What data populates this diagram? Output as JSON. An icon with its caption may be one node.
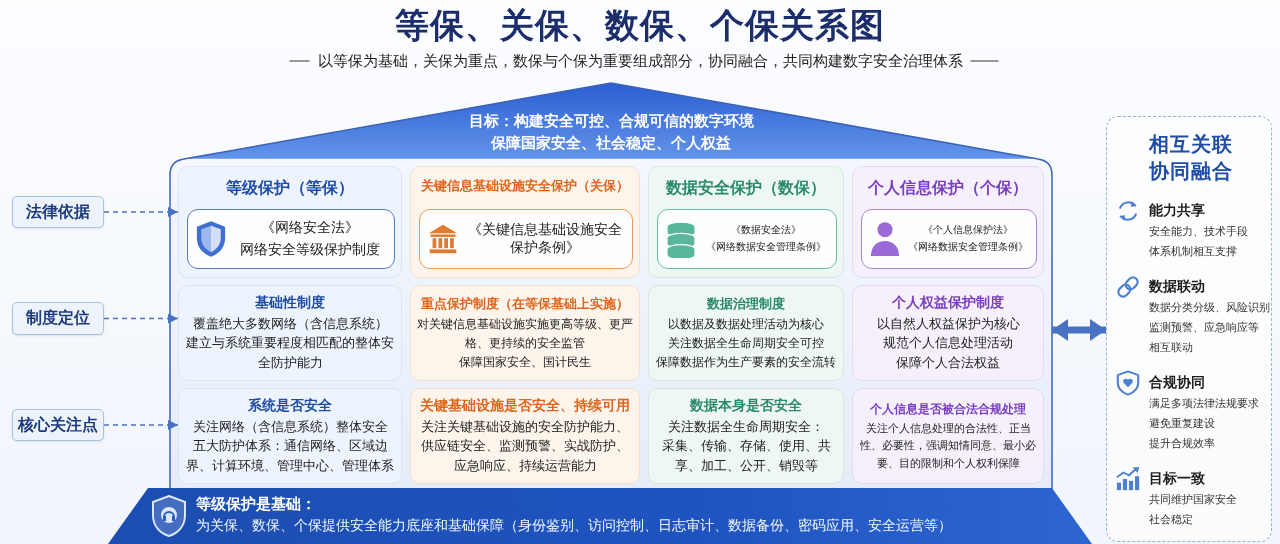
{
  "diagram": {
    "title": "等保、关保、数保、个保关系图",
    "nodes": [
      {
        "text": [
          "法律依据"
        ]
      },
      {
        "text": [
          "制度定位"
        ]
      },
      {
        "text": [
          "核心关注点"
        ]
      },
      {
        "text": [
          "目标：构建安全可控、合规可信的数字环境",
          "保障国家安全、社会稳定、个人权益"
        ]
      },
      {
        "text": [
          "等级保护（等保）"
        ],
        "in": 3
      },
      {
        "text": [
          "《网络安全法》",
          "网络安全等级保护制度"
        ],
        "in": 4
      },
      {
        "text": [
          "关键信息基础设施安全保护（关保）"
        ],
        "in": 3
      },
      {
        "text": [
          "《关键信息基础设施安全保护条例》"
        ],
        "in": 6
      },
      {
        "text": [
          "数据安全保护（数保）"
        ],
        "in": 3
      },
      {
        "text": [
          "《数据安全法》",
          "《网络数据安全管理条例》"
        ],
        "in": 8
      },
      {
        "text": [
          "个人信息保护（个保）"
        ],
        "in": 3
      },
      {
        "text": [
          "《个人信息保护法》",
          "《网络数据安全管理条例》"
        ],
        "in": 10
      },
      {
        "text": [
          "基础性制度",
          "覆盖绝大多数网络（含信息系统）",
          "建立与系统重要程度相匹配的整体安全防护能力"
        ],
        "in": 3
      },
      {
        "text": [
          "重点保护制度（在等保基础上实施）",
          "对关键信息基础设施实施更高等级、更严格、更持续的安全监管",
          "保障国家安全、国计民生"
        ],
        "in": 3
      },
      {
        "text": [
          "数据治理制度",
          "以数据及数据处理活动为核心",
          "关注数据全生命周期安全可控",
          "保障数据作为生产要素的安全流转"
        ],
        "in": 3
      },
      {
        "text": [
          "个人权益保护制度",
          "以自然人权益保护为核心",
          "规范个人信息处理活动",
          "保障个人合法权益"
        ],
        "in": 3
      },
      {
        "text": [
          "系统是否安全",
          "关注网络（含信息系统）整体安全",
          "五大防护体系：通信网络、区域边界、计算环境、管理中心、管理体系"
        ],
        "in": 3
      },
      {
        "text": [
          "关键基础设施是否安全、持续可用",
          "关注关键基础设施的安全防护能力、供应链安全、监测预警、实战防护、应急响应、持续运营能力"
        ],
        "in": 3
      },
      {
        "text": [
          "数据本身是否安全",
          "关注数据全生命周期安全：",
          "采集、传输、存储、使用、共享、加工、公开、销毁等"
        ],
        "in": 3
      },
      {
        "text": [
          "个人信息是否被合法合规处理",
          "关注个人信息处理的合法性、正当性、必要性，强调知情同意、最小必要、目的限制和个人权利保障"
        ],
        "in": 3
      },
      {
        "text": [
          "等级保护是基础：",
          "为关保、数保、个保提供安全能力底座和基础保障（身份鉴别、访问控制、日志审计、数据备份、密码应用、安全运营等）"
        ]
      },
      {
        "text": [
          "相互关联",
          "协同融合"
        ]
      }
    ],
    "edges": [
      {
        "from": 0,
        "to": 4,
        "arrow": "to",
        "style": "dashed"
      },
      {
        "from": 1,
        "to": 12,
        "arrow": "to",
        "style": "dashed"
      },
      {
        "from": 2,
        "to": 16,
        "arrow": "to",
        "style": "dashed"
      },
      {
        "from": 3,
        "to": 21,
        "arrow": "both",
        "style": "thick"
      }
    ],
    "labels": [
      "以等保为基础，关保为重点，数保与个保为重要组成部分，协同融合，共同构建数字安全治理体系",
      "能力共享",
      "安全能力、技术手段",
      "体系机制相互支撑",
      "数据联动",
      "数据分类分级、风险识别",
      "监测预警、应急响应等",
      "相互联动",
      "合规协同",
      "满足多项法律法规要求",
      "避免重复建设",
      "提升合规效率",
      "目标一致",
      "共同维护国家安全",
      "社会稳定"
    ]
  }
}
